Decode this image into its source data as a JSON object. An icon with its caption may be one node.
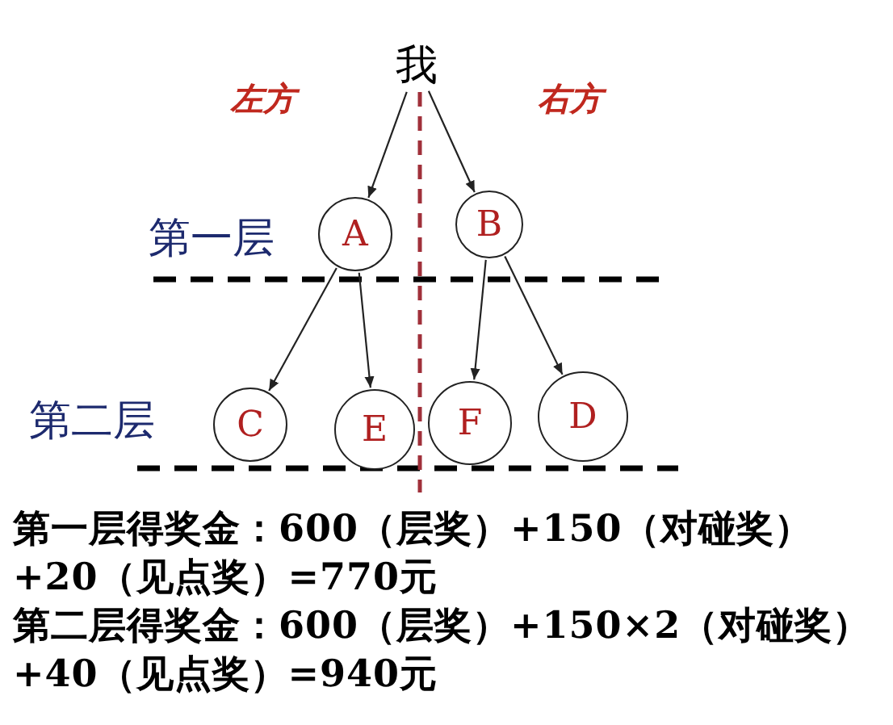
{
  "diagram": {
    "nodes": [
      {
        "text": [
          "我"
        ]
      },
      {
        "text": [
          "A"
        ]
      },
      {
        "text": [
          "B"
        ]
      },
      {
        "text": [
          "C"
        ]
      },
      {
        "text": [
          "E"
        ]
      },
      {
        "text": [
          "F"
        ]
      },
      {
        "text": [
          "D"
        ]
      }
    ],
    "edges": [
      {
        "from": 0,
        "to": 1,
        "arrow": "to"
      },
      {
        "from": 0,
        "to": 2,
        "arrow": "to"
      },
      {
        "from": 1,
        "to": 3,
        "arrow": "to"
      },
      {
        "from": 1,
        "to": 4,
        "arrow": "to"
      },
      {
        "from": 2,
        "to": 5,
        "arrow": "to"
      },
      {
        "from": 2,
        "to": 6,
        "arrow": "to"
      }
    ],
    "labels": [
      "左方",
      "右方",
      "第一层",
      "第二层",
      "第一层得奖金：600（层奖）+150（对碰奖）+20（见点奖）=770元",
      "第二层得奖金：600（层奖）+150×2（对碰奖）+40（见点奖）=940元"
    ]
  }
}
